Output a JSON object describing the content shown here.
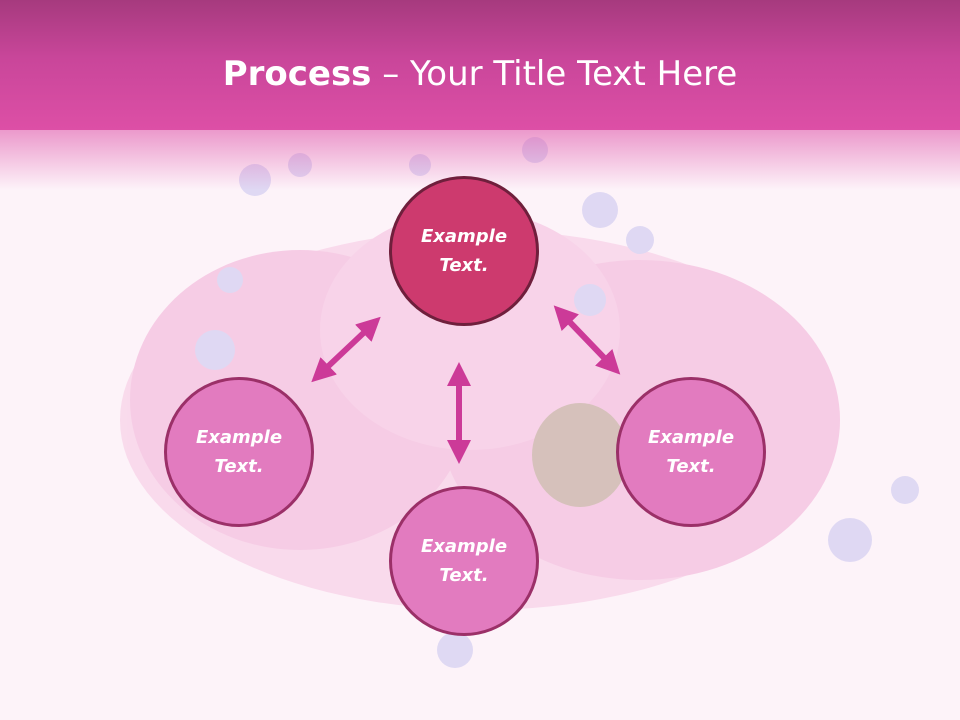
{
  "title": {
    "bold": "Process",
    "rest": " – Your Title Text Here"
  },
  "nodes": {
    "top": "Example\nText.",
    "left": "Example\nText.",
    "right": "Example\nText.",
    "bottom": "Example\nText."
  },
  "colors": {
    "banner": "#c9469a",
    "node": "#e27bbf",
    "node_top": "#cd3a6e",
    "arrow": "#cc3a98"
  }
}
